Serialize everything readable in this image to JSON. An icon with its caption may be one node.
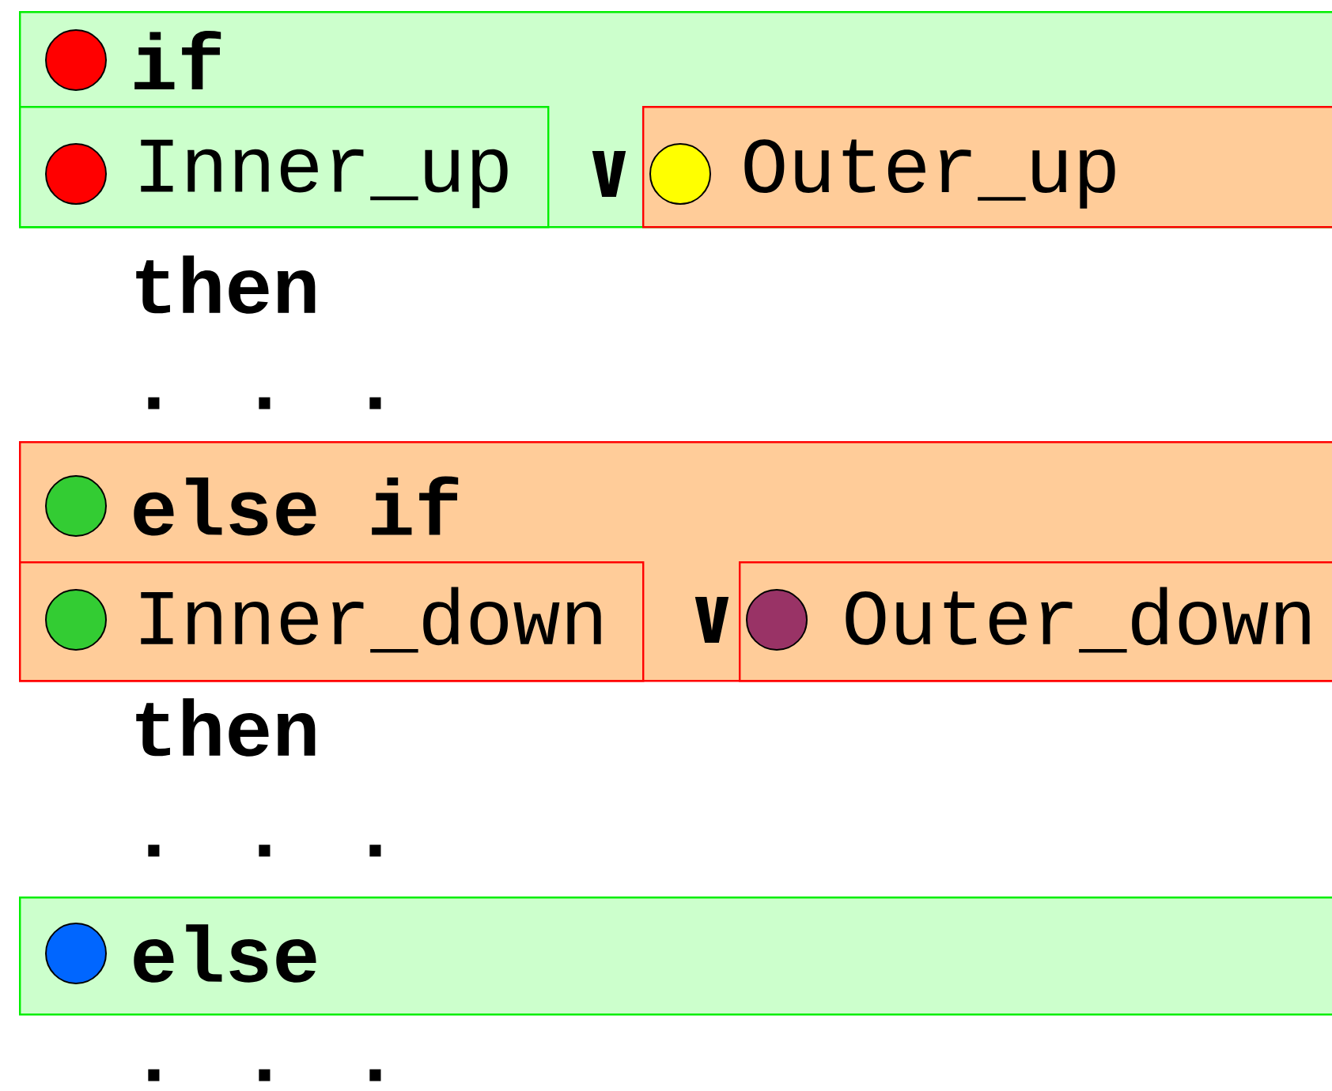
{
  "diagram": {
    "nodes": [
      {
        "text": [
          "if"
        ]
      },
      {
        "text": [
          "Inner_up"
        ],
        "in": 0
      },
      {
        "text": [
          "Outer_up"
        ],
        "in": 0
      },
      {
        "text": [
          "else if"
        ]
      },
      {
        "text": [
          "Inner_down"
        ],
        "in": 3
      },
      {
        "text": [
          "Outer_down"
        ],
        "in": 3
      },
      {
        "text": [
          "else"
        ]
      }
    ],
    "labels": [
      "∨",
      "then",
      ". . .",
      "∨",
      "then",
      ". . .",
      ". . ."
    ]
  }
}
